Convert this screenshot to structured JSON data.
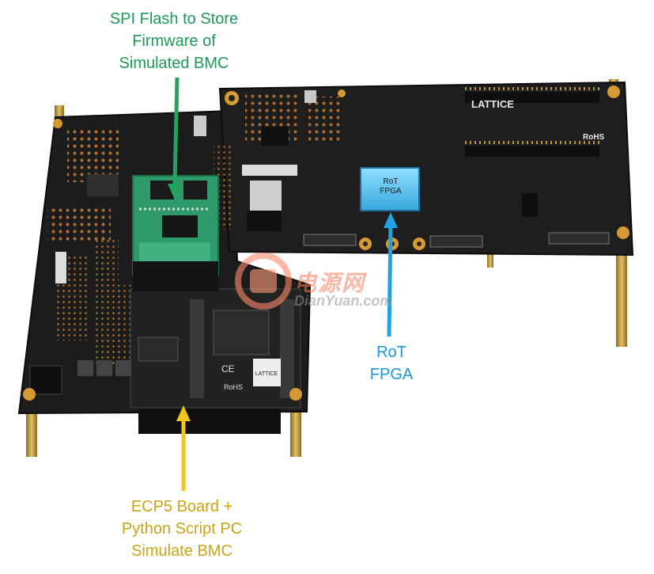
{
  "callouts": {
    "spi_flash": "SPI Flash to Store\nFirmware of\nSimulated BMC",
    "rot_fpga": "RoT\nFPGA",
    "ecp5_board": "ECP5 Board +\nPython Script PC\nSimulate BMC"
  },
  "chip_label": "RoT\nFPGA",
  "board_silkscreen": {
    "brand": "LATTICE",
    "rohs": "RoHS",
    "ce": "CE"
  },
  "watermark": {
    "chinese": "电源网",
    "latin": "DianYuan.com"
  },
  "colors": {
    "spi_callout": "#1e9a57",
    "rot_callout": "#1a9ad6",
    "ecp5_callout": "#c9a516",
    "pcb": "#1c1c1c",
    "spi_module": "#2e9a6a",
    "rot_chip": "#47b8ec"
  }
}
